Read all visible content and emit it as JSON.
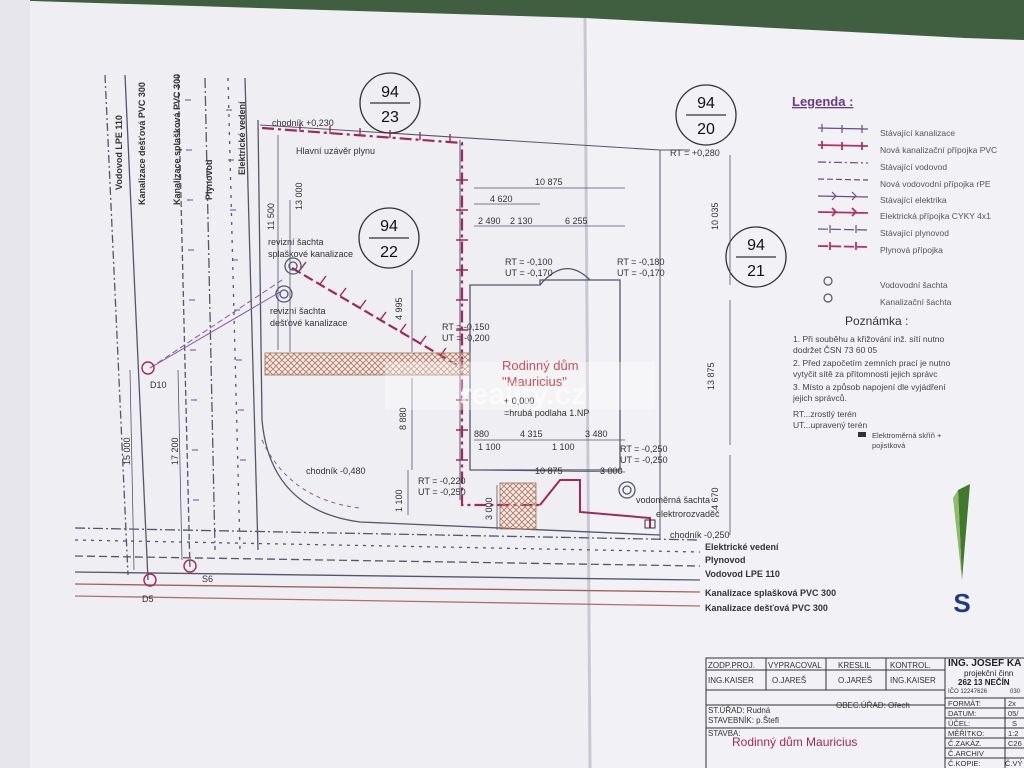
{
  "parcels": {
    "p1": {
      "num": "94",
      "sub": "23"
    },
    "p2": {
      "num": "94",
      "sub": "20"
    },
    "p3": {
      "num": "94",
      "sub": "22"
    },
    "p4": {
      "num": "94",
      "sub": "21"
    }
  },
  "utility_labels": {
    "vodovod": "Vodovod LPE 110",
    "kan_desta": "Kanalizace dešťová PVC 300",
    "kan_splas": "Kanalizace splašková PVC 300",
    "plynovod": "Plynovod",
    "elektro": "Elektrické vedení"
  },
  "bottom_labels": {
    "elektro": "Elektrické vedení",
    "plynovod": "Plynovod",
    "vodovod": "Vodovod LPE 110",
    "kan_splas": "Kanalizace splašková PVC 300",
    "kan_desta": "Kanalizace dešťová PVC 300"
  },
  "annotations": {
    "chodnik1": "chodník +0,230",
    "uzaver": "Hlavní uzávěr plynu",
    "rt_top": "RT = +0,280",
    "sachta1": "revizní šachta",
    "sachta1b": "splaškové kanalizace",
    "sachta2": "revizní šachta",
    "sachta2b": "dešťové kanalizace",
    "d10": "D10",
    "d5": "D5",
    "s6": "S6",
    "chodnik2": "chodník -0,480",
    "chodnik3": "chodník -0,250",
    "vodomerna": "vodoměrná šachta",
    "elektrorozvadec": "elektrorozvaděč",
    "rt1": "RT = -0,100",
    "ut1": "UT = -0,170",
    "rt2": "RT = -0,180",
    "ut2": "UT = -0,170",
    "rt3": "RT = -0,150",
    "ut3": "UT = -0,200",
    "rt4": "RT = -0,250",
    "ut4": "UT = -0,250",
    "rt5": "RT = -0,220",
    "ut5": "UT = -0,250"
  },
  "house": {
    "title1": "Rodinný dům",
    "title2": "\"Mauricius\"",
    "level": "+ 0,000",
    "level2": "=hrubá podlaha 1.NP",
    "watermark": "reality.cz"
  },
  "dims": {
    "d10875a": "10 875",
    "d4620": "4 620",
    "d2490": "2 490",
    "d2130": "2 130",
    "d6255": "6 255",
    "d13000": "13 000",
    "d11500": "11 500",
    "d4995": "4 995",
    "d8880": "8 880",
    "d1100a": "1 100",
    "d880": "880",
    "d4315": "4 315",
    "d3480": "3 480",
    "d1100b": "1 100",
    "d1100c": "1 100",
    "d10875b": "10 875",
    "d3000a": "3 000",
    "d3000b": "3 000",
    "d10035": "10 035",
    "d13875": "13 875",
    "d4670": "4 670",
    "d15000": "15 000",
    "d17200": "17 200"
  },
  "legend": {
    "title": "Legenda :",
    "items": [
      {
        "label": "Stávající kanalizace",
        "color": "#6a4a8a"
      },
      {
        "label": "Nová kanalizační přípojka PVC",
        "color": "#b0306a"
      },
      {
        "label": "Stávající vodovod",
        "color": "#6a4a8a"
      },
      {
        "label": "Nová vodovodní přípojka rPE",
        "color": "#6a4a8a"
      },
      {
        "label": "Stávající elektrika",
        "color": "#6a4a8a"
      },
      {
        "label": "Elektrická přípojka CYKY 4x1",
        "color": "#b0306a"
      },
      {
        "label": "Stávající plynovod",
        "color": "#6a4a8a"
      },
      {
        "label": "Plynová přípojka",
        "color": "#b0306a"
      }
    ],
    "vod_sachta": "Vodovodní šachta",
    "kan_sachta": "Kanalizační šachta"
  },
  "poznamka": {
    "title": "Poznámka :",
    "lines": [
      "1. Při souběhu a křižování inž. sítí nutno",
      "   dodržet ČSN 73 60 05",
      "2. Před započetím zemních prací je nutno",
      "   vytyčit sítě za přítomnosti jejich správc",
      "3. Místo a způsob napojení dle vyjádření",
      "   jejich správců."
    ],
    "rt": "RT...zrostlý terén",
    "ut": "UT...upravený terén",
    "skrin": "Elektroměrná skříň +",
    "skrin2": "pojistková"
  },
  "north": "S",
  "titleblock": {
    "h1": "ZODP.PROJ.",
    "h2": "VYPRACOVAL",
    "h3": "KRESLIL",
    "h4": "KONTROL.",
    "n1": "ING.KAISER",
    "n2": "O.JAREŠ",
    "n3": "O.JAREŠ",
    "n4": "ING.KAISER",
    "firm1": "ING. JOSEF KA",
    "firm2": "projekční činn",
    "firm3": "262 13 NEČÍN",
    "ico": "IČO 12247626",
    "ico2": "030",
    "urad": "ST.ÚŘAD: Rudná",
    "obec": "OBEC.ÚŘAD: Ořech",
    "stavebnik": "STAVEBNÍK: p.Štefl",
    "stavba": "STAVBA:",
    "stavba_name": "Rodinný dům Mauricius",
    "f1": "FORMÁT:",
    "f1v": "2x",
    "f2": "DATUM:",
    "f2v": "05/",
    "f3": "ÚČEL:",
    "f3v": "S",
    "f4": "MĚŘÍTKO:",
    "f4v": "1:2",
    "f5": "Č.ZAKÁZ.",
    "f5v": "C26",
    "f6": "Č.ARCHIV",
    "f6v": "",
    "f7": "Č.KOPIE:",
    "f7v": "Č.VÝ"
  }
}
